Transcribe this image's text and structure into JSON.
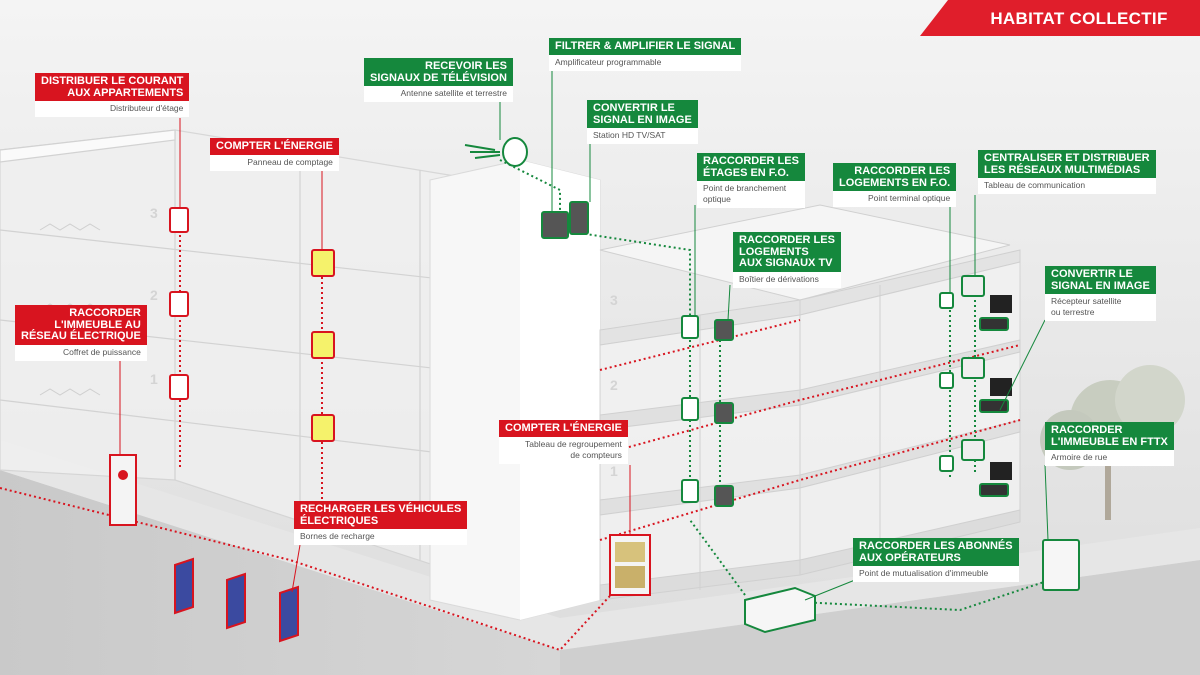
{
  "banner": {
    "title": "HABITAT COLLECTIF"
  },
  "colors": {
    "red": "#d8141f",
    "green": "#15883d"
  },
  "floor_numbers_left": [
    "1",
    "2",
    "3"
  ],
  "floor_numbers_right": [
    "1",
    "2",
    "3"
  ],
  "callouts": {
    "distribuer": {
      "title": [
        "DISTRIBUER LE COURANT",
        "AUX APPARTEMENTS"
      ],
      "sub": [
        "Distributeur d'étage"
      ]
    },
    "compter_energie": {
      "title": [
        "COMPTER L'ÉNERGIE"
      ],
      "sub": [
        "Panneau de comptage"
      ]
    },
    "raccorder_reseau": {
      "title": [
        "RACCORDER",
        "L'IMMEUBLE AU",
        "RÉSEAU ÉLECTRIQUE"
      ],
      "sub": [
        "Coffret de puissance"
      ]
    },
    "recharger": {
      "title": [
        "RECHARGER LES VÉHICULES",
        "ÉLECTRIQUES"
      ],
      "sub": [
        "Bornes de recharge"
      ]
    },
    "compter_energie_2": {
      "title": [
        "COMPTER L'ÉNERGIE"
      ],
      "sub": [
        "Tableau de regroupement",
        "de compteurs"
      ]
    },
    "recevoir": {
      "title": [
        "RECEVOIR LES",
        "SIGNAUX DE TÉLÉVISION"
      ],
      "sub": [
        "Antenne satellite et terrestre"
      ]
    },
    "filtrer": {
      "title": [
        "FILTRER & AMPLIFIER LE SIGNAL"
      ],
      "sub": [
        "Amplificateur programmable"
      ]
    },
    "convertir_1": {
      "title": [
        "CONVERTIR LE",
        "SIGNAL EN IMAGE"
      ],
      "sub": [
        "Station HD TV/SAT"
      ]
    },
    "raccorder_etages": {
      "title": [
        "RACCORDER LES",
        "ÉTAGES EN F.O."
      ],
      "sub": [
        "Point de branchement",
        "optique"
      ]
    },
    "raccorder_logements_tv": {
      "title": [
        "RACCORDER LES",
        "LOGEMENTS",
        "AUX SIGNAUX TV"
      ],
      "sub": [
        "Boîtier de dérivations"
      ]
    },
    "raccorder_logements_fo": {
      "title": [
        "RACCORDER LES",
        "LOGEMENTS EN F.O."
      ],
      "sub": [
        "Point terminal optique"
      ]
    },
    "centraliser": {
      "title": [
        "CENTRALISER ET DISTRIBUER",
        "LES RÉSEAUX MULTIMÉDIAS"
      ],
      "sub": [
        "Tableau de communication"
      ]
    },
    "convertir_2": {
      "title": [
        "CONVERTIR LE",
        "SIGNAL EN IMAGE"
      ],
      "sub": [
        "Récepteur satellite",
        "ou terrestre"
      ]
    },
    "raccorder_fttx": {
      "title": [
        "RACCORDER",
        "L'IMMEUBLE EN FTTX"
      ],
      "sub": [
        "Armoire de rue"
      ]
    },
    "raccorder_abonnes": {
      "title": [
        "RACCORDER LES ABONNÉS",
        "AUX OPÉRATEURS"
      ],
      "sub": [
        "Point de mutualisation d'immeuble"
      ]
    }
  }
}
